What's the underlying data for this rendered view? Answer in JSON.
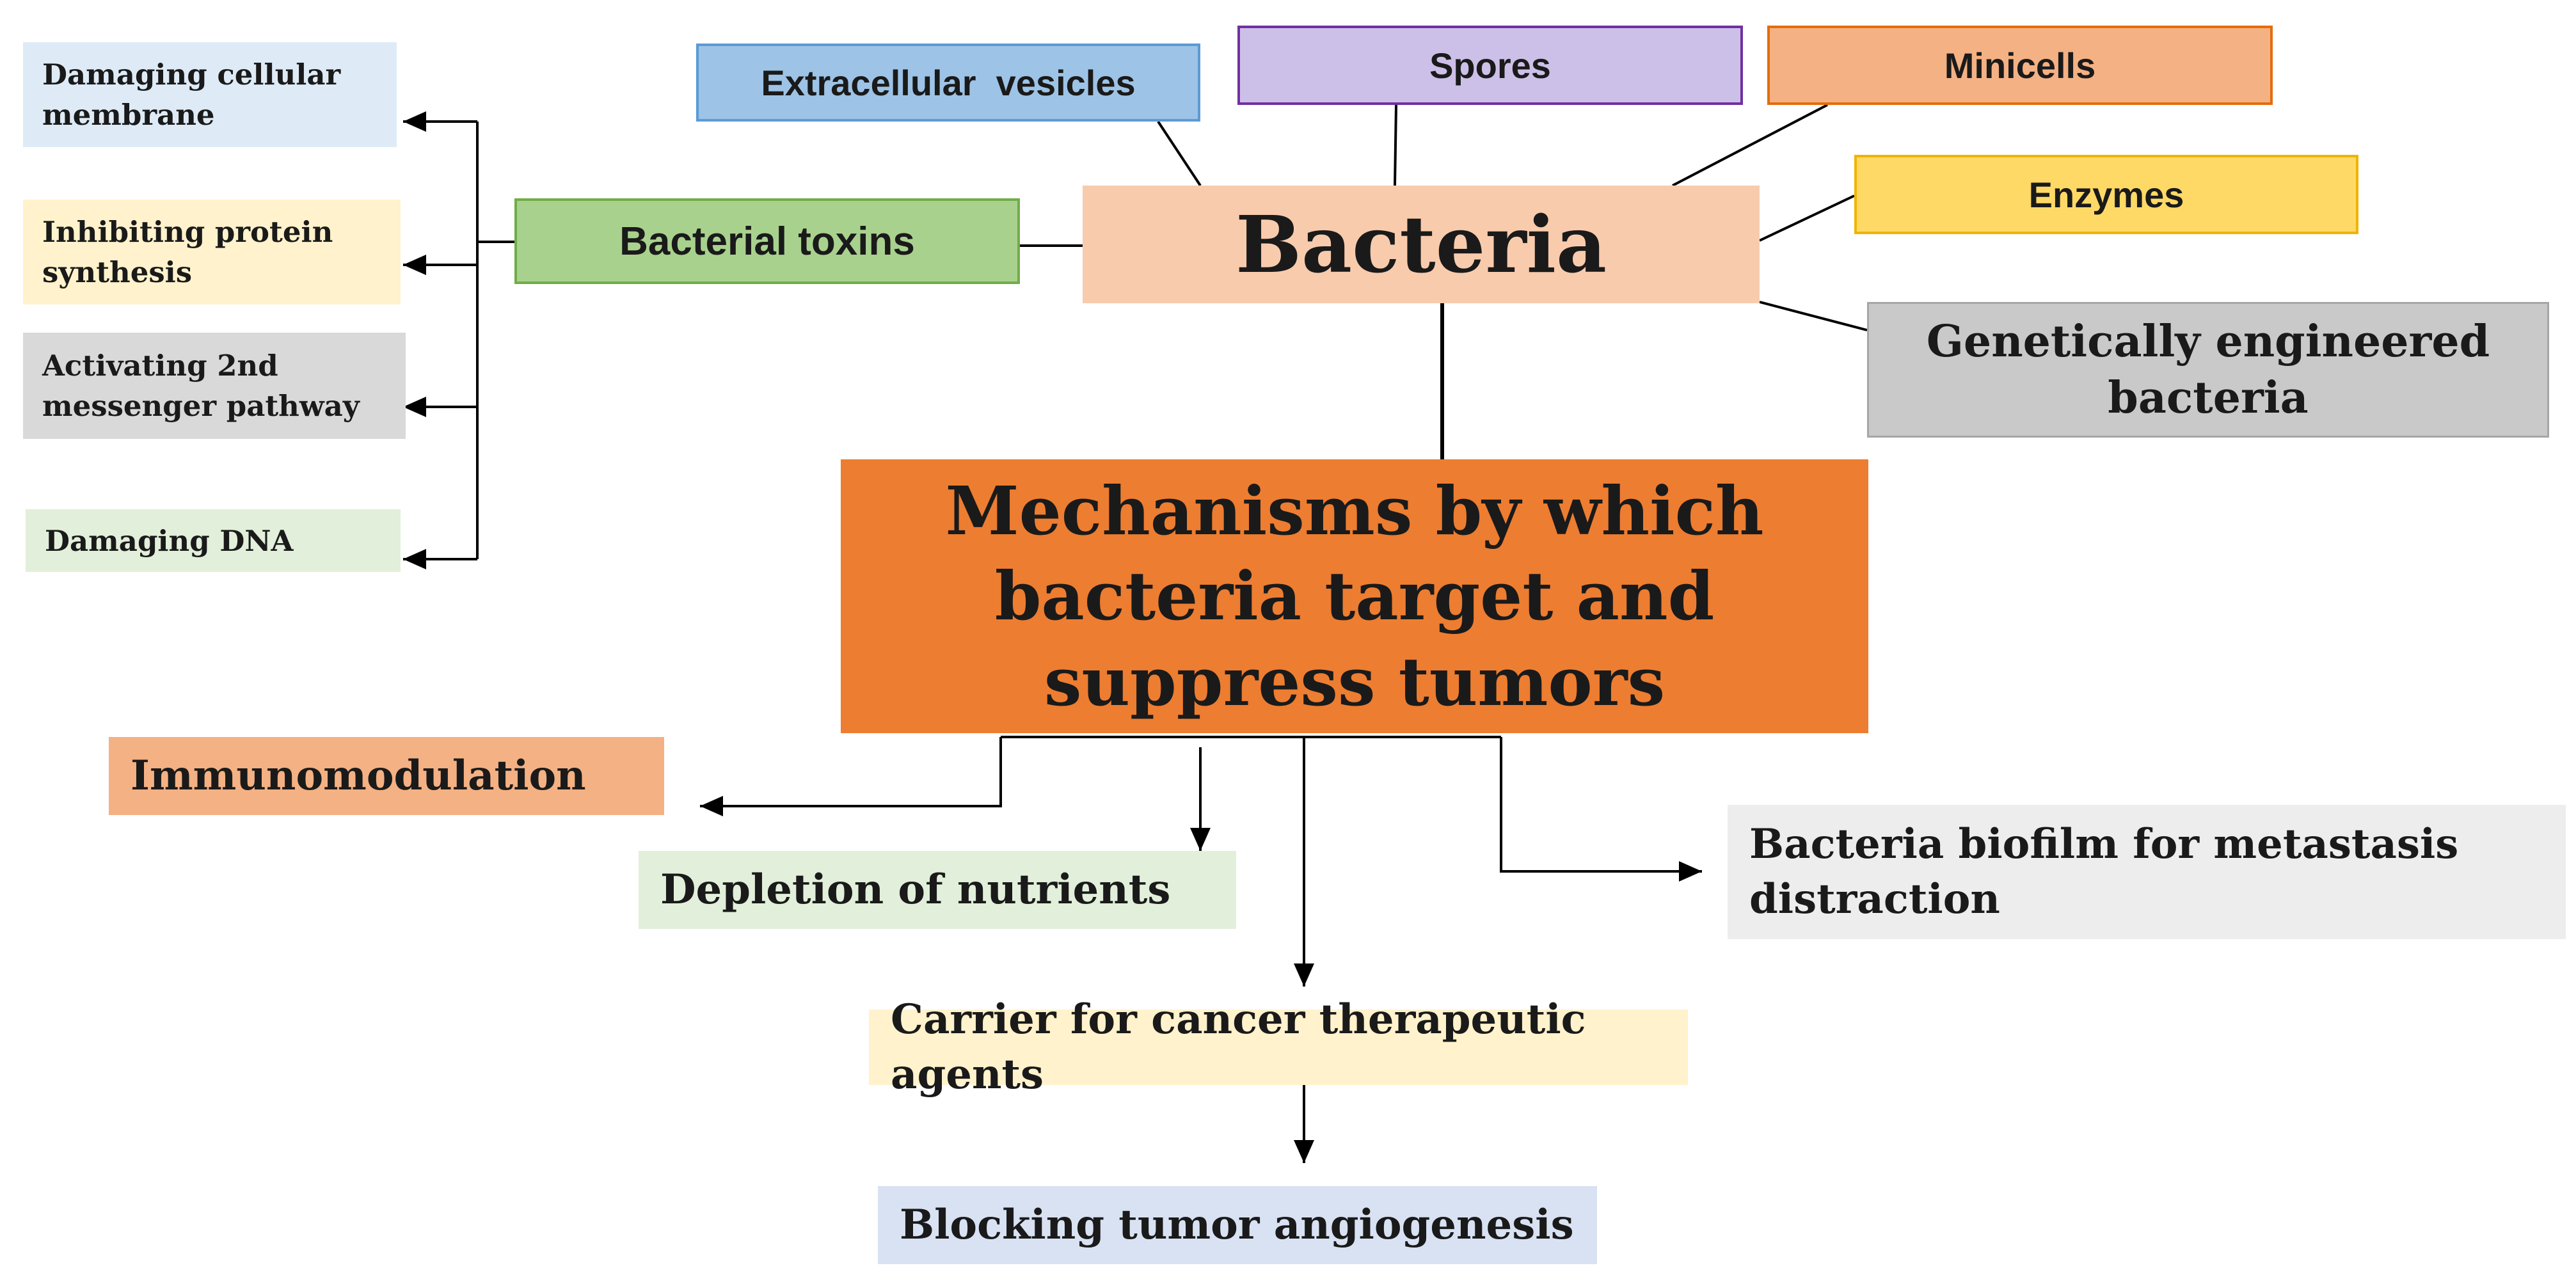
{
  "diagram": {
    "center": {
      "bacteria": "Bacteria",
      "mechanisms": "Mechanisms by which bacteria target and suppress tumors"
    },
    "bacteria_forms": {
      "extracellular_vesicles": "Extracellular  vesicles",
      "spores": "Spores",
      "minicells": "Minicells",
      "enzymes": "Enzymes",
      "bacterial_toxins": "Bacterial toxins",
      "genetically_engineered": "Genetically engineered bacteria"
    },
    "toxin_effects": {
      "damaging_membrane": "Damaging cellular membrane",
      "inhibiting_protein": "Inhibiting protein synthesis",
      "second_messenger": "Activating 2nd messenger pathway",
      "damaging_dna": "Damaging DNA"
    },
    "mechanisms": {
      "immunomodulation": "Immunomodulation",
      "depletion": "Depletion of nutrients",
      "biofilm": "Bacteria biofilm for metastasis distraction",
      "carrier": "Carrier for cancer therapeutic agents",
      "angiogenesis": "Blocking tumor angiogenesis"
    },
    "colors": {
      "mechanisms_box": "#ed7d31",
      "bacteria_box": "#f8cbad",
      "connector": "#000000"
    }
  }
}
